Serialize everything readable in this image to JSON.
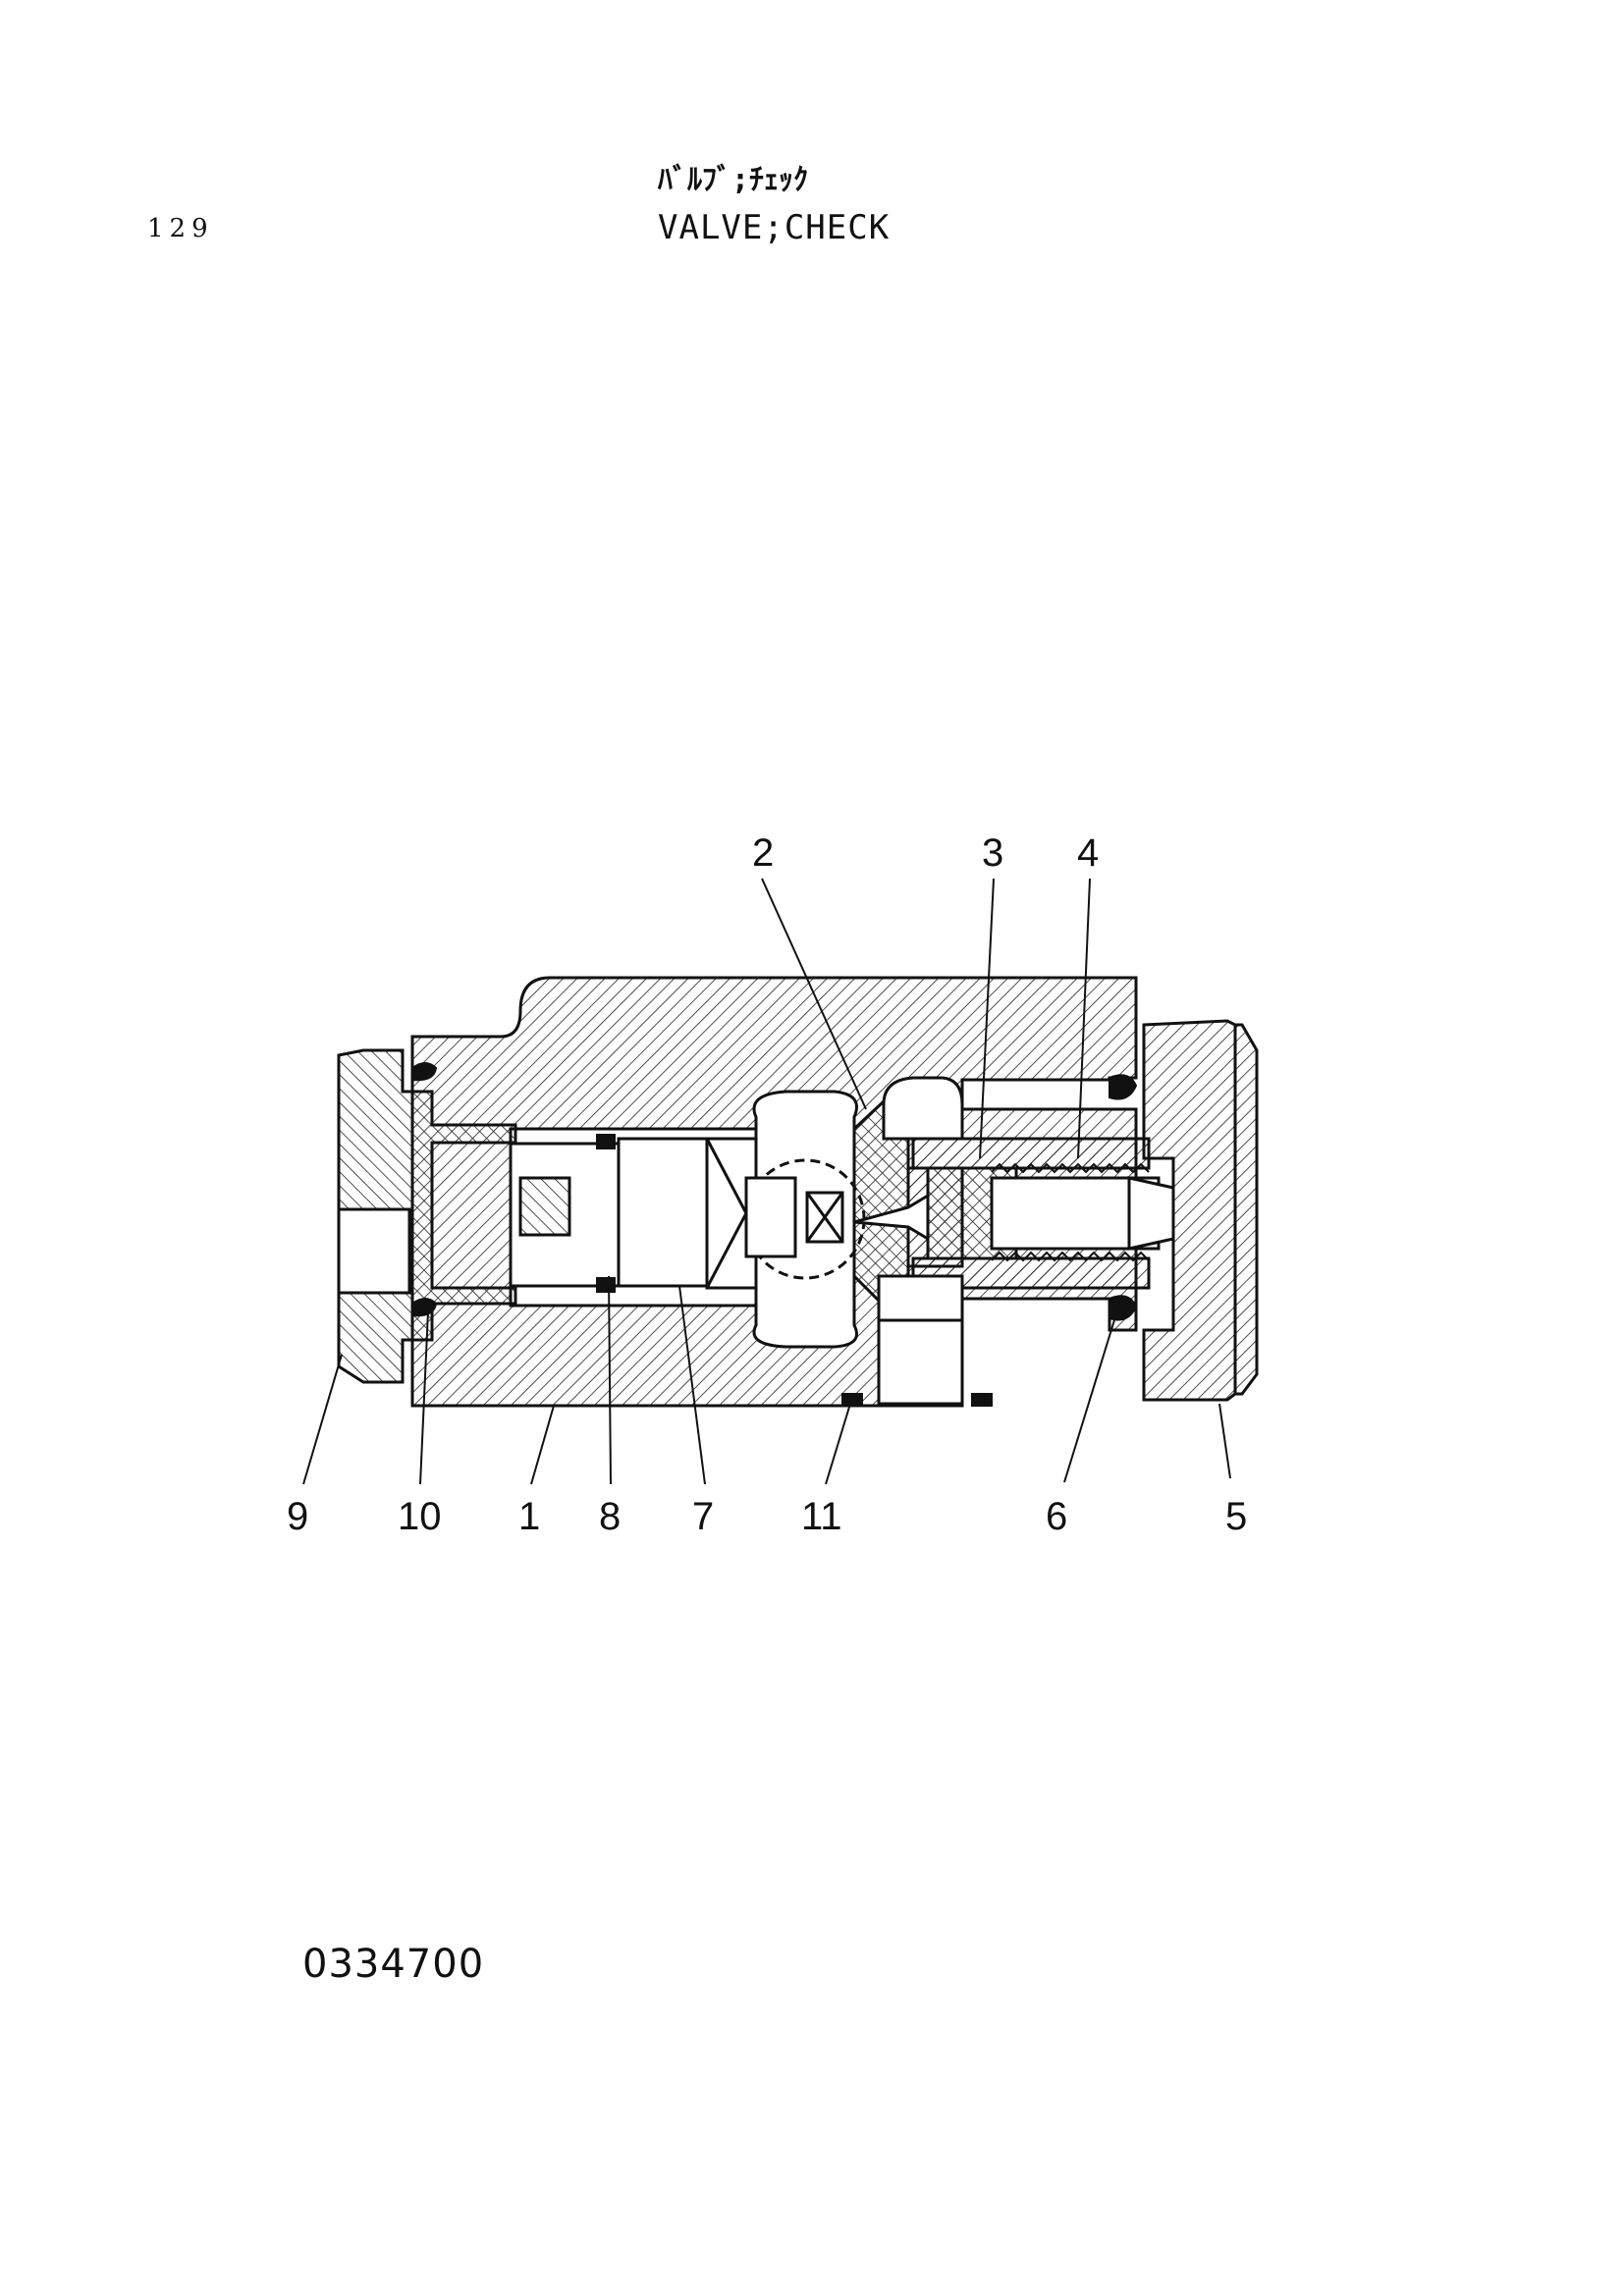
{
  "header": {
    "page_number": "129",
    "title_jp": "ﾊﾞﾙﾌﾞ;ﾁｪｯｸ",
    "title_en": "VALVE;CHECK"
  },
  "drawing": {
    "callouts": [
      "1",
      "2",
      "3",
      "4",
      "5",
      "6",
      "7",
      "8",
      "9",
      "10",
      "11"
    ]
  },
  "footer": {
    "drawing_number": "0334700"
  }
}
